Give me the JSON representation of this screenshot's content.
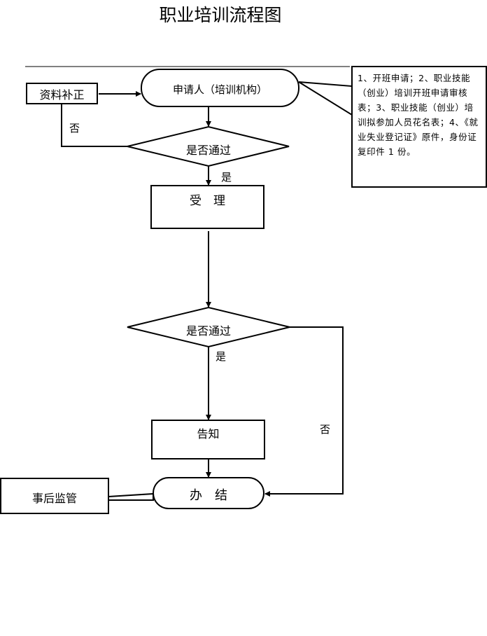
{
  "title": "职业培训流程图",
  "nodes": {
    "applicant": "申请人（培训机构）",
    "supplement": "资料补正",
    "check1": "是否通过",
    "accept": "受　理",
    "check2": "是否通过",
    "notify": "告知",
    "complete": "办　结",
    "supervise": "事后监管"
  },
  "labels": {
    "no1": "否",
    "yes1": "是",
    "yes2": "是",
    "no2": "否"
  },
  "note": "1、开班申请；2、职业技能（创业）培训开班申请审核表；3、职业技能（创业）培训拟参加人员花名表；4、《就业失业登记证》原件，身份证复印件 1 份。"
}
